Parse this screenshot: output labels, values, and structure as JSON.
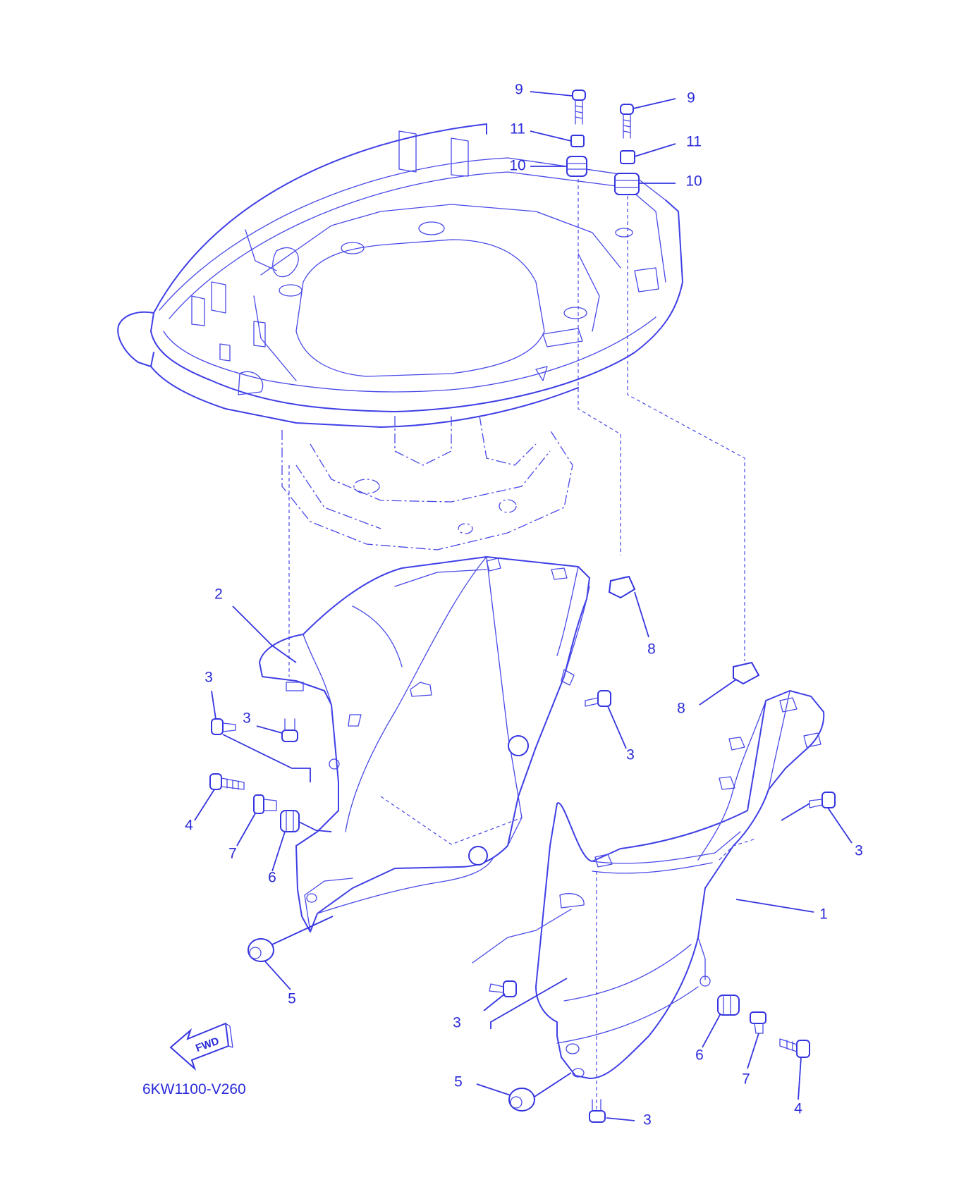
{
  "diagram": {
    "code": "6KW1100-V260",
    "fwd_label": "FWD",
    "colors": {
      "line": "#3f3fe6",
      "text": "#2a2ad8",
      "background": "#ffffff"
    },
    "callouts": [
      {
        "id": "c9a",
        "text": "9"
      },
      {
        "id": "c9b",
        "text": "9"
      },
      {
        "id": "c11a",
        "text": "11"
      },
      {
        "id": "c11b",
        "text": "11"
      },
      {
        "id": "c10a",
        "text": "10"
      },
      {
        "id": "c10b",
        "text": "10"
      },
      {
        "id": "c2",
        "text": "2"
      },
      {
        "id": "c8a",
        "text": "8"
      },
      {
        "id": "c8b",
        "text": "8"
      },
      {
        "id": "c3a",
        "text": "3"
      },
      {
        "id": "c3b",
        "text": "3"
      },
      {
        "id": "c3c",
        "text": "3"
      },
      {
        "id": "c3d",
        "text": "3"
      },
      {
        "id": "c3e",
        "text": "3"
      },
      {
        "id": "c3f",
        "text": "3"
      },
      {
        "id": "c4a",
        "text": "4"
      },
      {
        "id": "c7a",
        "text": "7"
      },
      {
        "id": "c6a",
        "text": "6"
      },
      {
        "id": "c5a",
        "text": "5"
      },
      {
        "id": "c1",
        "text": "1"
      },
      {
        "id": "c6b",
        "text": "6"
      },
      {
        "id": "c7b",
        "text": "7"
      },
      {
        "id": "c4b",
        "text": "4"
      },
      {
        "id": "c5b",
        "text": "5"
      }
    ]
  }
}
